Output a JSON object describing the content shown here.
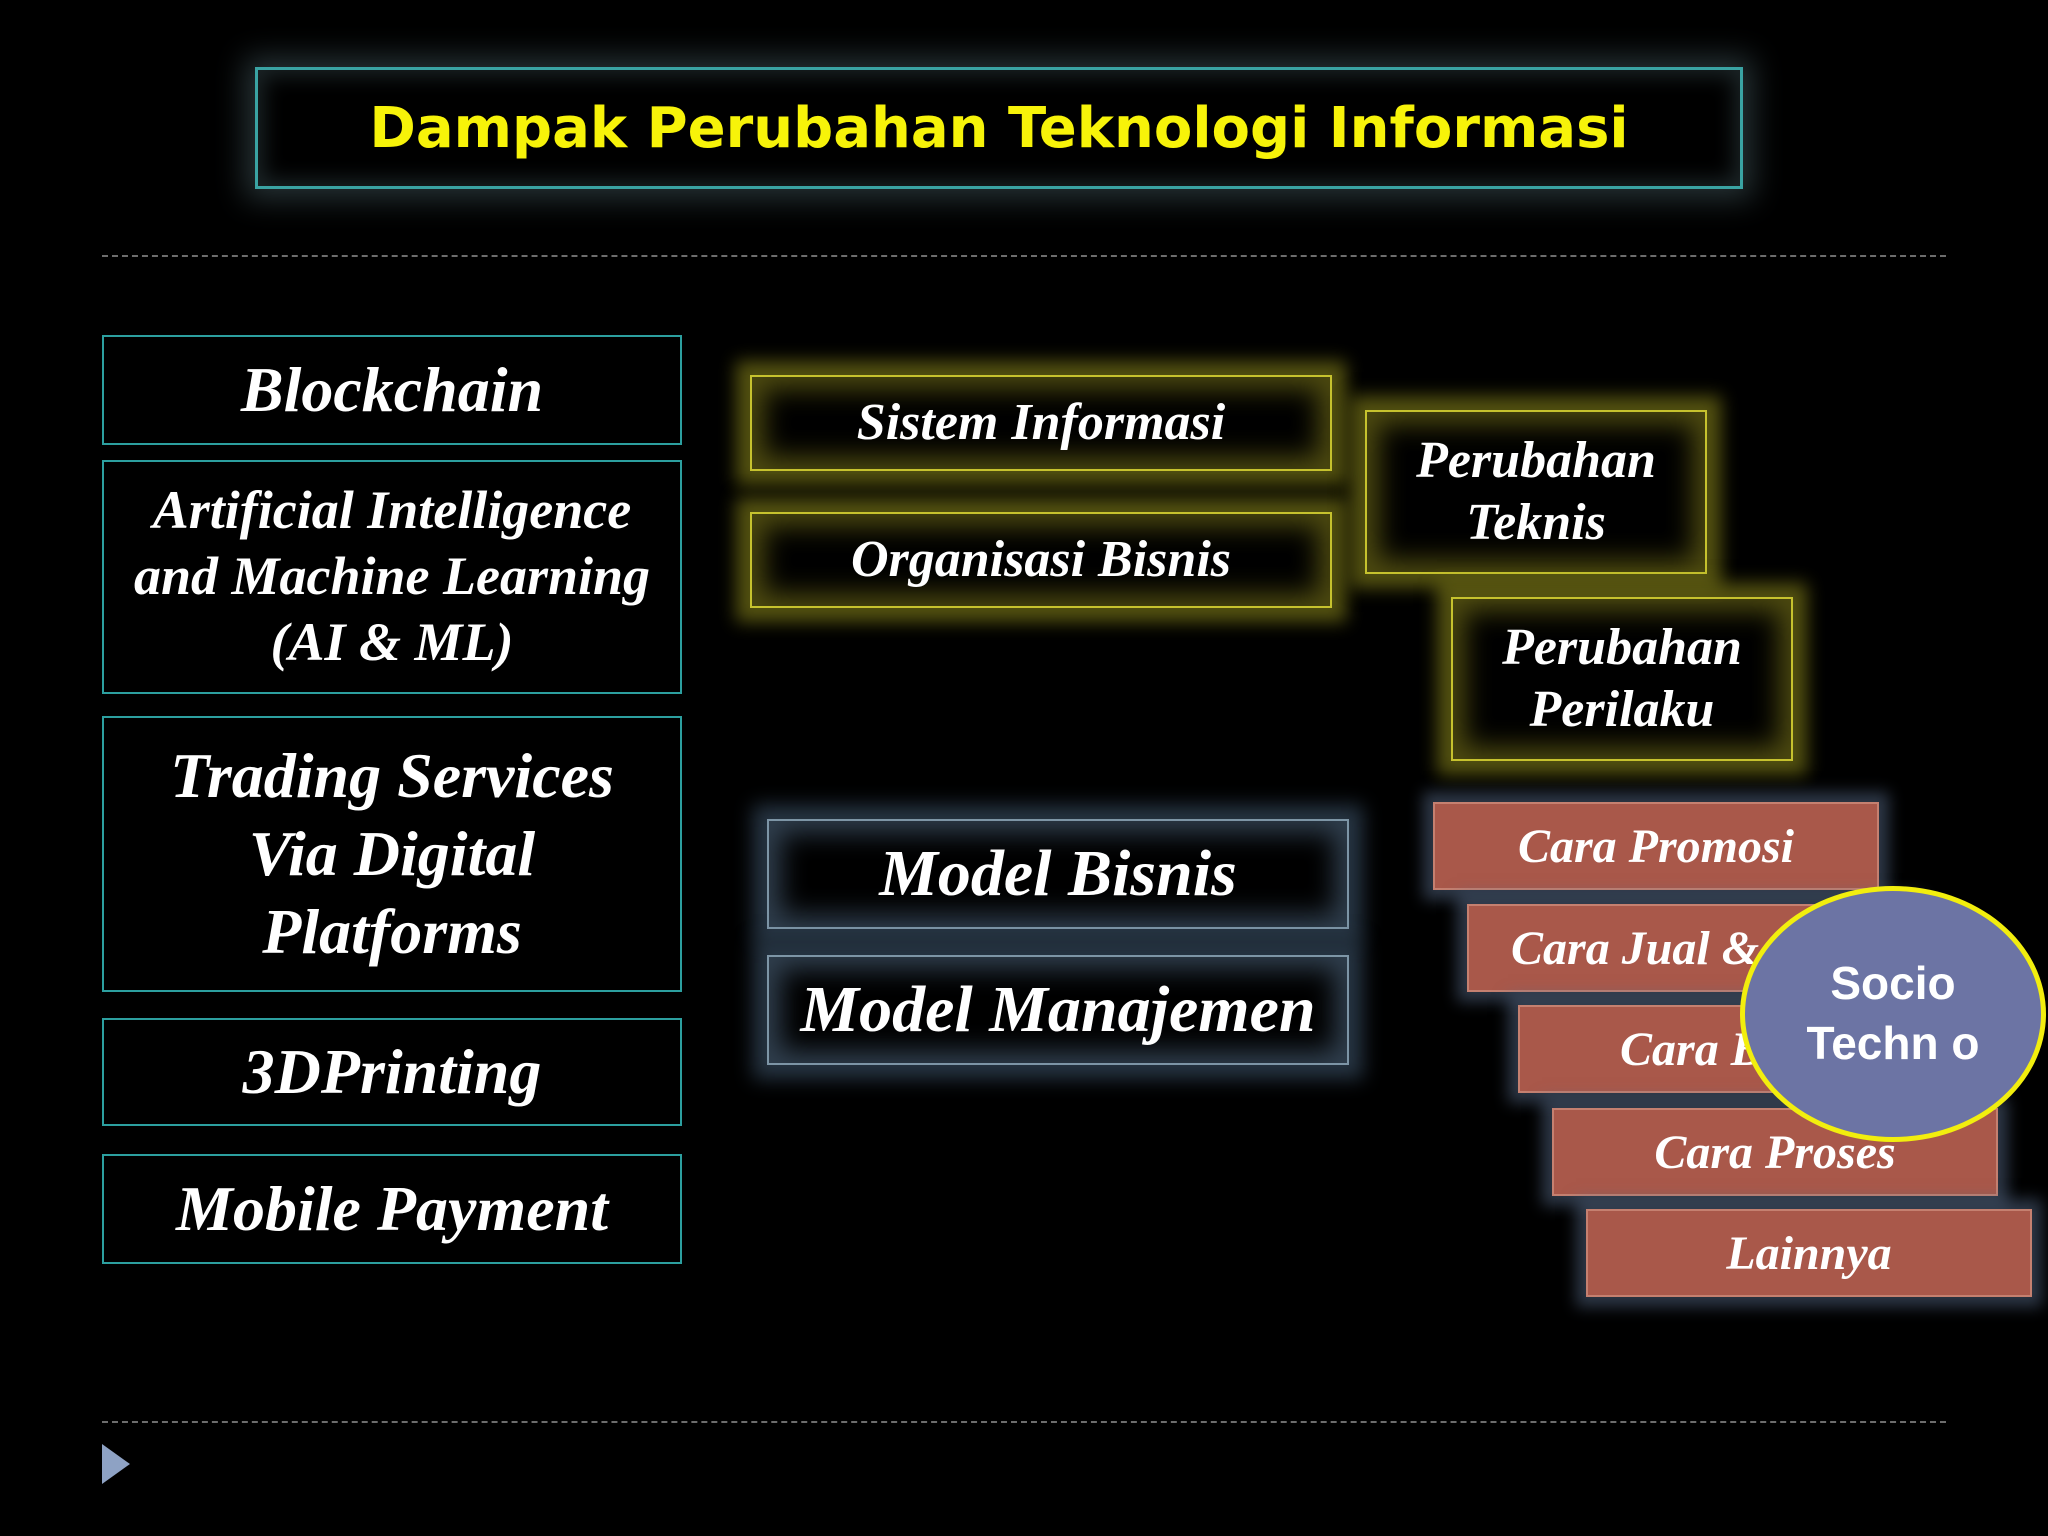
{
  "title": "Dampak Perubahan Teknologi Informasi",
  "technologies": [
    "Blockchain",
    "Artificial Intelligence and Machine Learning (AI & ML)",
    "Trading Services Via Digital Platforms",
    "3DPrinting",
    "Mobile Payment"
  ],
  "yellow_boxes": {
    "sistem_informasi": "Sistem Informasi",
    "organisasi_bisnis": "Organisasi Bisnis",
    "perubahan_teknis": "Perubahan Teknis",
    "perubahan_perilaku": "Perubahan Perilaku"
  },
  "blue_boxes": {
    "model_bisnis": "Model Bisnis",
    "model_manajemen": "Model Manajemen"
  },
  "cara_items": [
    "Cara Promosi",
    "Cara Jual &",
    "Cara B",
    "Cara Proses",
    "Lainnya"
  ],
  "circle_label": "Socio Techn o",
  "colors": {
    "title_text": "#f7f309",
    "teal_border": "#2c9f9f",
    "yellow_glow": "#c6c22e",
    "blue_glow": "#7d95a6",
    "cara_fill": "#a9584a",
    "circle_fill": "#6c74a4",
    "circle_border": "#f2ee0e",
    "nav_arrow": "#8ea2c4"
  },
  "icons": {
    "nav": "play-triangle-icon"
  }
}
